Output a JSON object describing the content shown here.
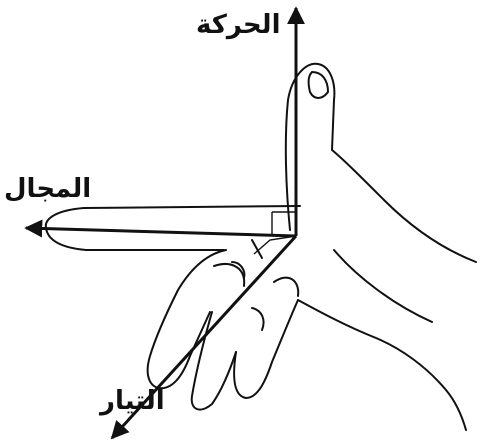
{
  "diagram": {
    "labels": {
      "motion": "الحركة",
      "field": "المجال",
      "current": "التيار"
    },
    "colors": {
      "ink": "#111111",
      "background": "#ffffff"
    }
  }
}
